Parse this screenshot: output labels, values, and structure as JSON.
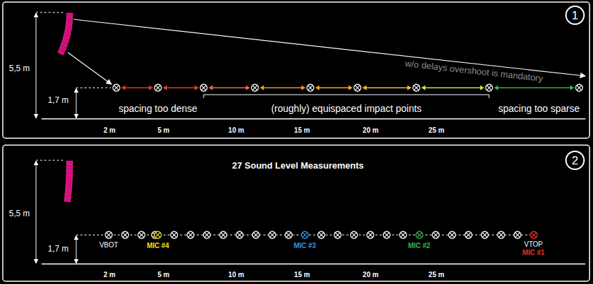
{
  "diagram": {
    "nodes": [
      {
        "text": [
          "1"
        ]
      },
      {
        "text": [
          "2"
        ]
      }
    ],
    "labels": [
      "5,5 m",
      "1,7 m",
      "w/o delays overshoot is mandatory",
      "spacing too dense",
      "(roughly) equispaced impact points",
      "spacing too sparse",
      "2 m",
      "5 m",
      "10 m",
      "15 m",
      "20 m",
      "25 m",
      "27 Sound Level Measurements",
      "5,5 m",
      "1,7 m",
      "VBOT",
      "MIC #4",
      "MIC #3",
      "MIC #2",
      "VTOP",
      "MIC #1",
      "2 m",
      "5 m",
      "10 m",
      "15 m",
      "20 m",
      "25 m"
    ]
  }
}
